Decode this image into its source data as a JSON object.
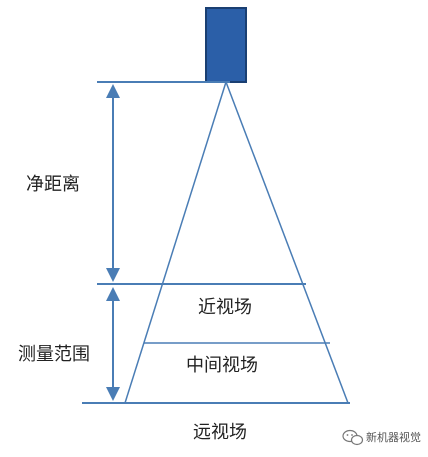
{
  "labels": {
    "clear_distance": "净距离",
    "measurement_range": "测量范围",
    "near_field": "近视场",
    "middle_field": "中间视场",
    "far_field": "远视场"
  },
  "watermark": {
    "text": "新机器视觉",
    "icon": "wechat-bubble-icon"
  },
  "colors": {
    "camera_fill": "#2b5fa8",
    "camera_stroke": "#1a3f72",
    "line": "#4a7db5",
    "arrow": "#4a7db5",
    "text": "#222222"
  }
}
